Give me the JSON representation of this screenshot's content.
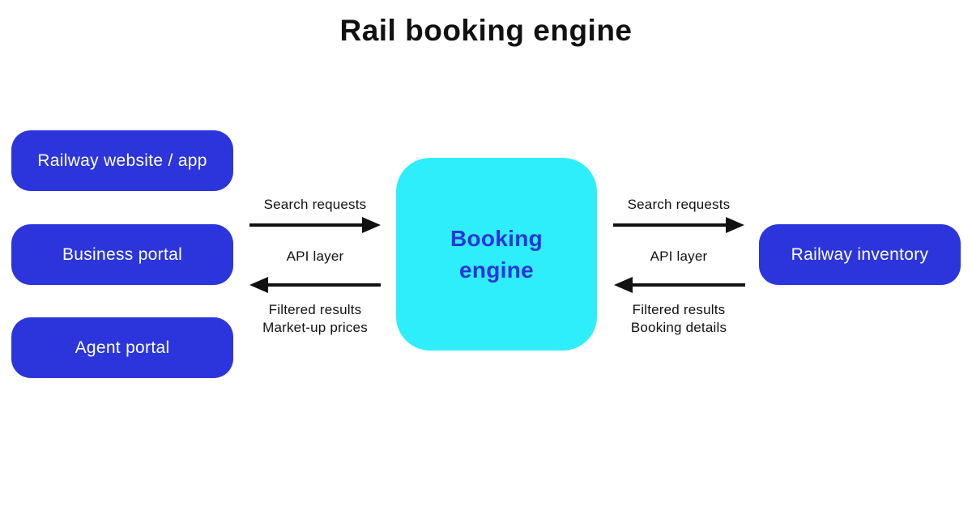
{
  "title": "Rail booking engine",
  "colors": {
    "background": "#ffffff",
    "node_blue": "#2b35db",
    "node_text": "#ffffff",
    "engine_cyan": "#2feefb",
    "engine_text": "#2b35db",
    "text_dark": "#111111"
  },
  "nodes": {
    "left": [
      {
        "label": "Railway website / app"
      },
      {
        "label": "Business portal"
      },
      {
        "label": "Agent portal"
      }
    ],
    "center": {
      "line1": "Booking",
      "line2": "engine"
    },
    "right": {
      "label": "Railway inventory"
    }
  },
  "flows": {
    "left": {
      "request_label": "Search requests",
      "layer_label": "API layer",
      "response_line1": "Filtered results",
      "response_line2": "Market-up prices"
    },
    "right": {
      "request_label": "Search requests",
      "layer_label": "API layer",
      "response_line1": "Filtered results",
      "response_line2": "Booking details"
    }
  }
}
